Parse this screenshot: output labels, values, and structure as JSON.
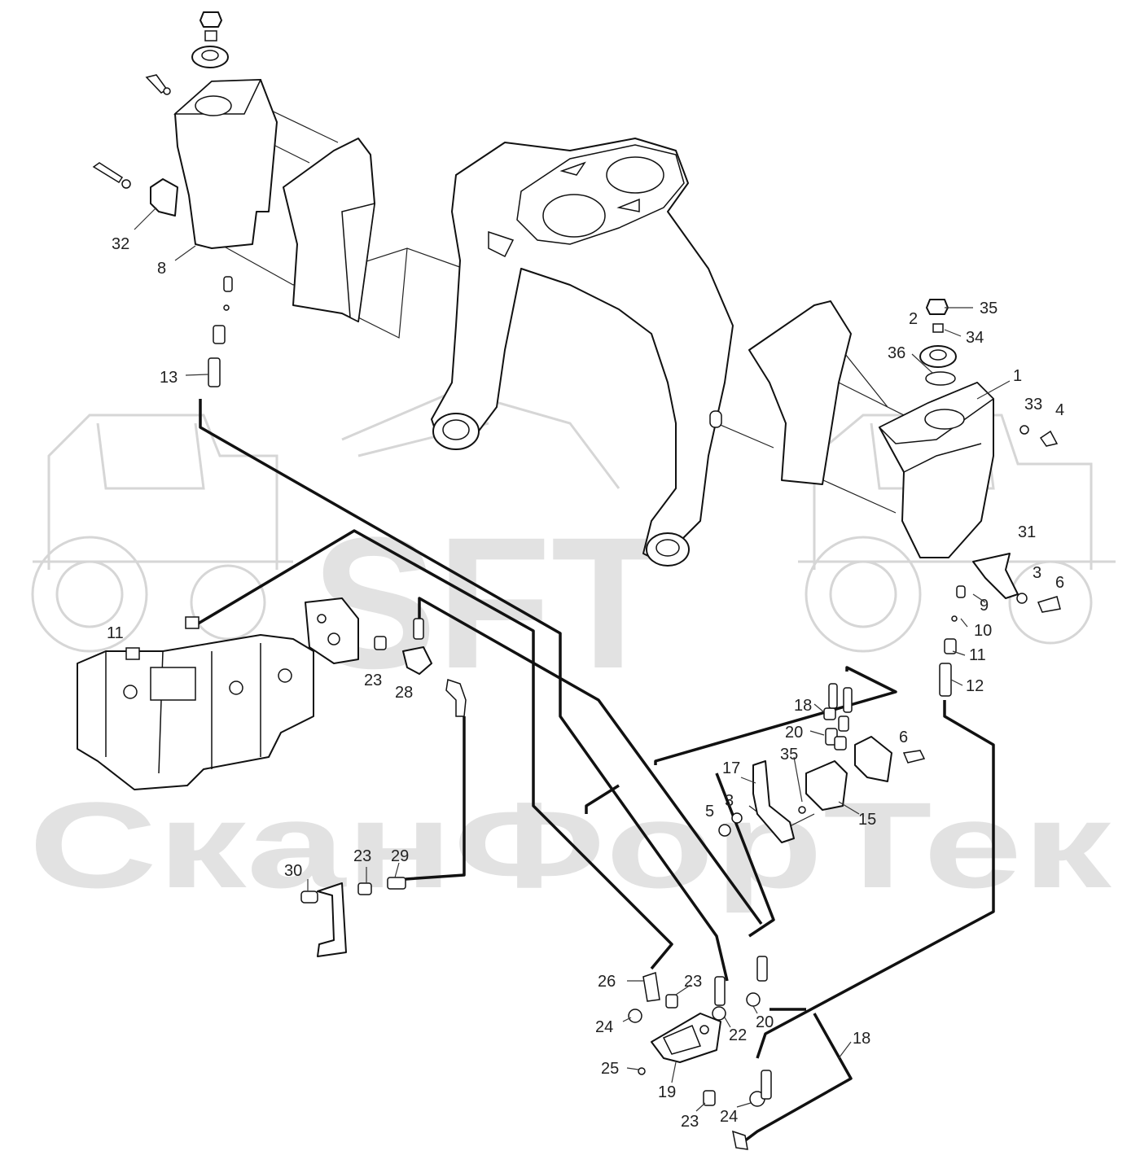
{
  "watermark": {
    "brand": "SFT",
    "company": "СканФорТек",
    "brand_color": "#d9d9d9"
  },
  "callouts": [
    {
      "id": "c32",
      "label": "32"
    },
    {
      "id": "c8",
      "label": "8"
    },
    {
      "id": "c13",
      "label": "13"
    },
    {
      "id": "c35a",
      "label": "35"
    },
    {
      "id": "c2",
      "label": "2"
    },
    {
      "id": "c34",
      "label": "34"
    },
    {
      "id": "c36",
      "label": "36"
    },
    {
      "id": "c1",
      "label": "1"
    },
    {
      "id": "c33",
      "label": "33"
    },
    {
      "id": "c4",
      "label": "4"
    },
    {
      "id": "c31",
      "label": "31"
    },
    {
      "id": "c3a",
      "label": "3"
    },
    {
      "id": "c6a",
      "label": "6"
    },
    {
      "id": "c9",
      "label": "9"
    },
    {
      "id": "c10",
      "label": "10"
    },
    {
      "id": "c11a",
      "label": "11"
    },
    {
      "id": "c12",
      "label": "12"
    },
    {
      "id": "c11b",
      "label": "11"
    },
    {
      "id": "c23a",
      "label": "23"
    },
    {
      "id": "c28",
      "label": "28"
    },
    {
      "id": "c18a",
      "label": "18"
    },
    {
      "id": "c20a",
      "label": "20"
    },
    {
      "id": "c6b",
      "label": "6"
    },
    {
      "id": "c17",
      "label": "17"
    },
    {
      "id": "c35b",
      "label": "35"
    },
    {
      "id": "c3b",
      "label": "3"
    },
    {
      "id": "c5",
      "label": "5"
    },
    {
      "id": "c15",
      "label": "15"
    },
    {
      "id": "c30",
      "label": "30"
    },
    {
      "id": "c23b",
      "label": "23"
    },
    {
      "id": "c29",
      "label": "29"
    },
    {
      "id": "c26",
      "label": "26"
    },
    {
      "id": "c23c",
      "label": "23"
    },
    {
      "id": "c24a",
      "label": "24"
    },
    {
      "id": "c22",
      "label": "22"
    },
    {
      "id": "c20b",
      "label": "20"
    },
    {
      "id": "c18b",
      "label": "18"
    },
    {
      "id": "c25",
      "label": "25"
    },
    {
      "id": "c19",
      "label": "19"
    },
    {
      "id": "c23d",
      "label": "23"
    },
    {
      "id": "c24b",
      "label": "24"
    }
  ]
}
